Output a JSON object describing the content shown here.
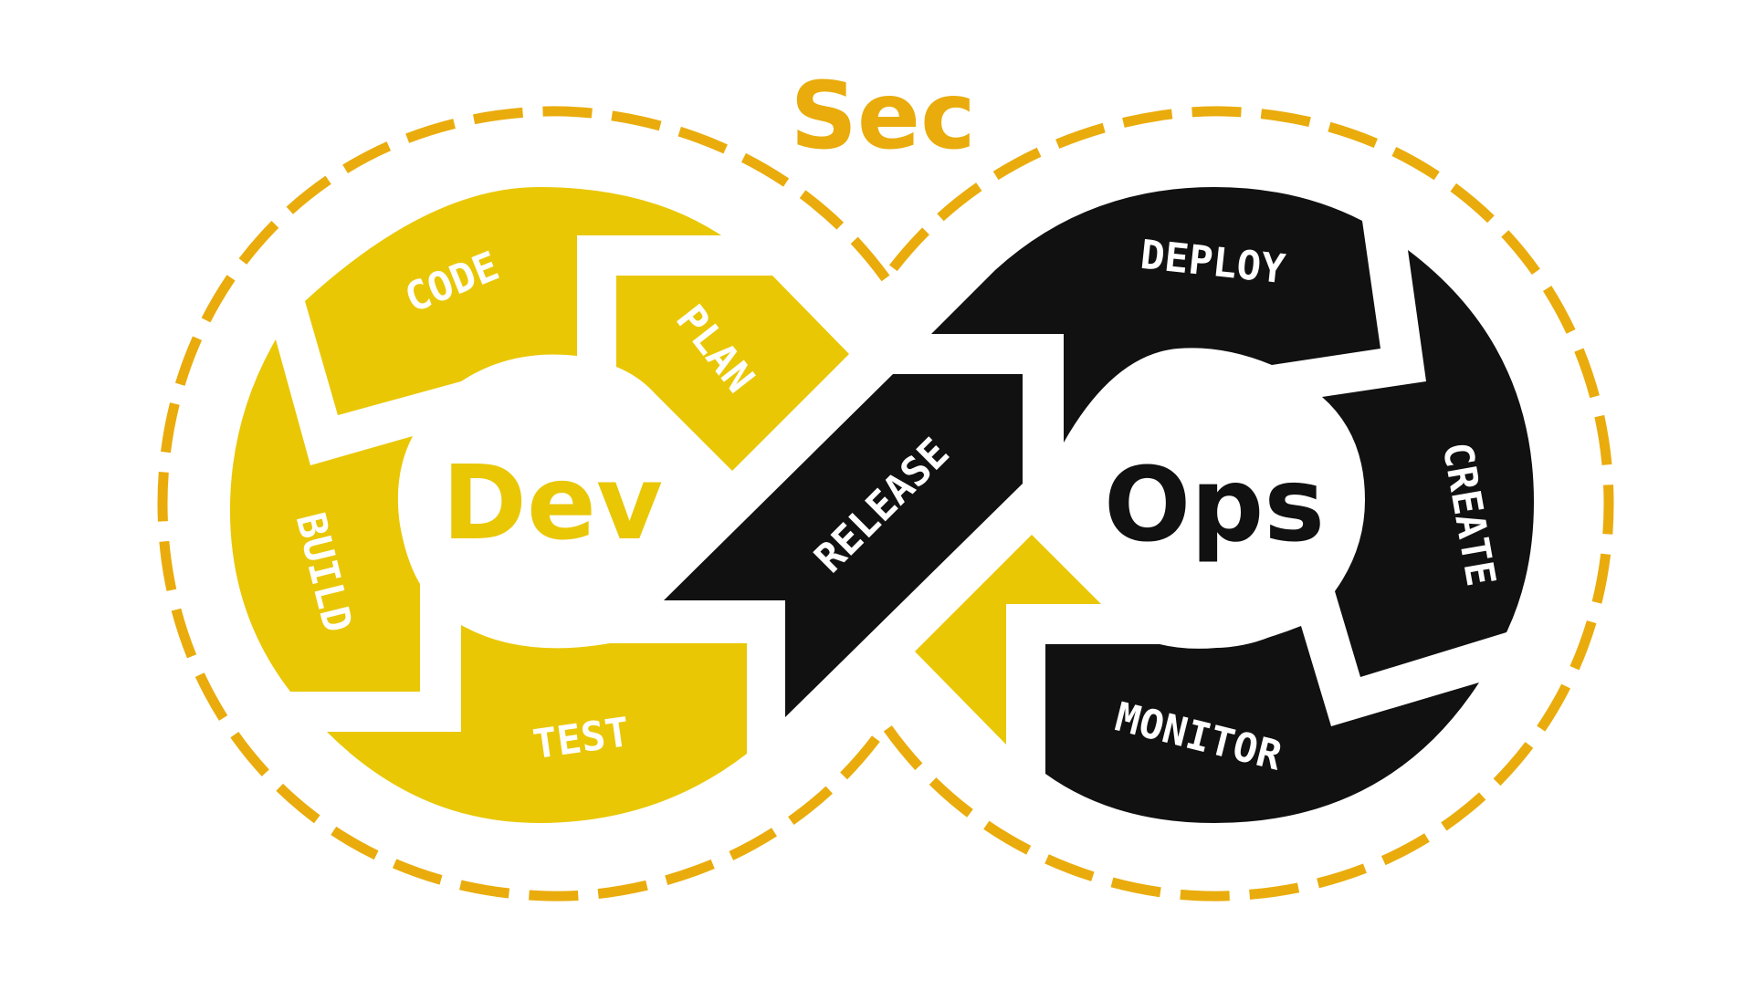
{
  "title": "Sec",
  "left_loop": {
    "center_label": "Dev",
    "stages": [
      "CODE",
      "PLAN",
      "BUILD",
      "TEST"
    ]
  },
  "bridge": {
    "release_label": "RELEASE"
  },
  "right_loop": {
    "center_label": "Ops",
    "stages": [
      "DEPLOY",
      "CREATE",
      "MONITOR"
    ]
  },
  "colors": {
    "dev": "#E9C705",
    "ops": "#111111",
    "sec": "#E9AC0C",
    "background": "#FFFFFF"
  }
}
